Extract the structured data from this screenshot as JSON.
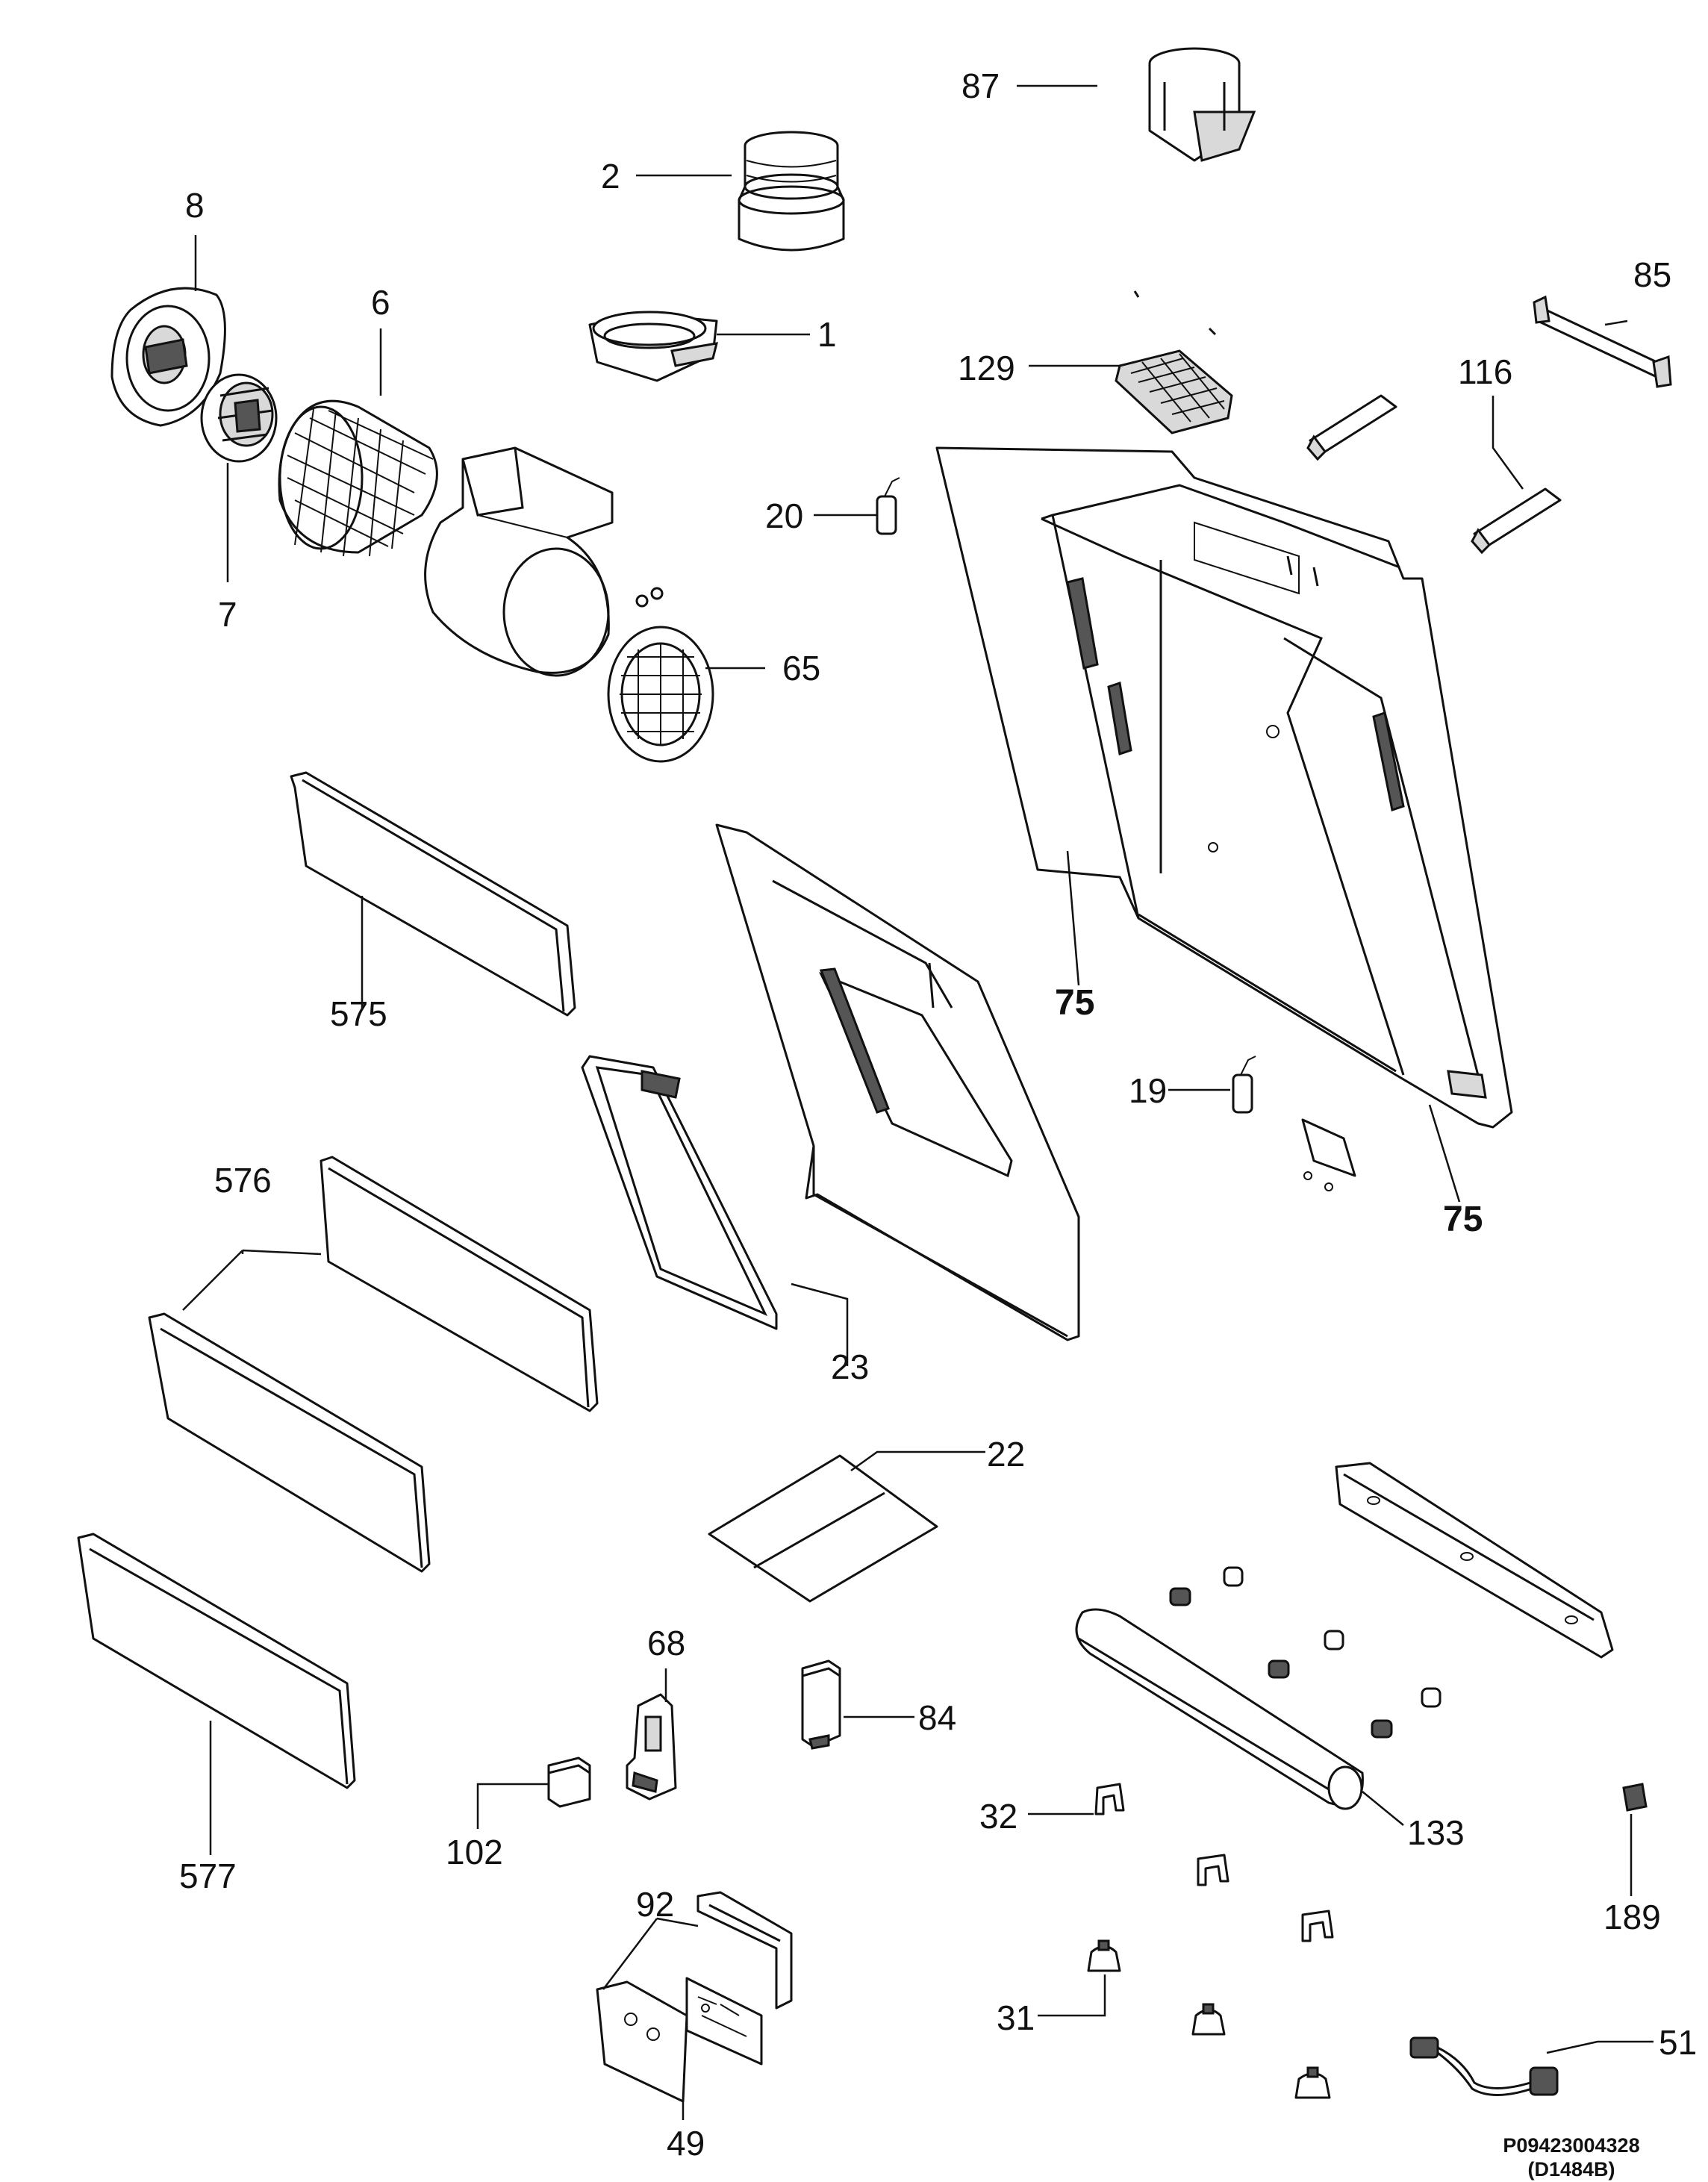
{
  "labels": {
    "p1": "1",
    "p2": "2",
    "p6": "6",
    "p7": "7",
    "p8": "8",
    "p19": "19",
    "p20": "20",
    "p22": "22",
    "p23": "23",
    "p31": "31",
    "p32": "32",
    "p49": "49",
    "p51": "51",
    "p65": "65",
    "p68": "68",
    "p75a": "75",
    "p75b": "75",
    "p84": "84",
    "p85": "85",
    "p87": "87",
    "p92": "92",
    "p102": "102",
    "p116": "116",
    "p129": "129",
    "p133": "133",
    "p189": "189",
    "p575": "575",
    "p576": "576",
    "p577": "577"
  },
  "reference": {
    "code": "P09423004328",
    "drawing": "(D1484B)"
  }
}
